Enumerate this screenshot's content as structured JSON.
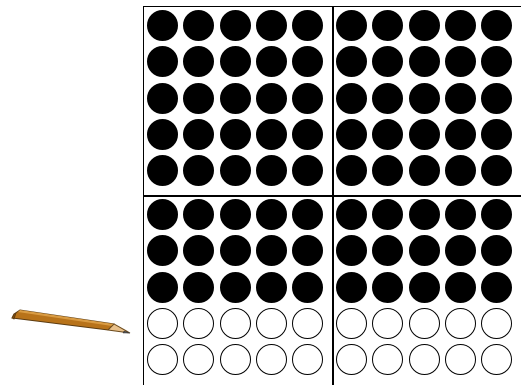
{
  "frames": [
    {
      "id": "top-left",
      "rows": 5,
      "cols": 5,
      "filled": 25
    },
    {
      "id": "top-right",
      "rows": 5,
      "cols": 5,
      "filled": 25
    },
    {
      "id": "bottom-left",
      "rows": 5,
      "cols": 5,
      "filled": 15
    },
    {
      "id": "bottom-right",
      "rows": 5,
      "cols": 5,
      "filled": 15
    }
  ],
  "colors": {
    "filled_dot": "#000000",
    "empty_dot": "#ffffff",
    "pencil_body": "#b8731a",
    "pencil_wood": "#e8c08a",
    "pencil_lead": "#555555"
  },
  "icons": {
    "pencil": "pencil-icon"
  }
}
